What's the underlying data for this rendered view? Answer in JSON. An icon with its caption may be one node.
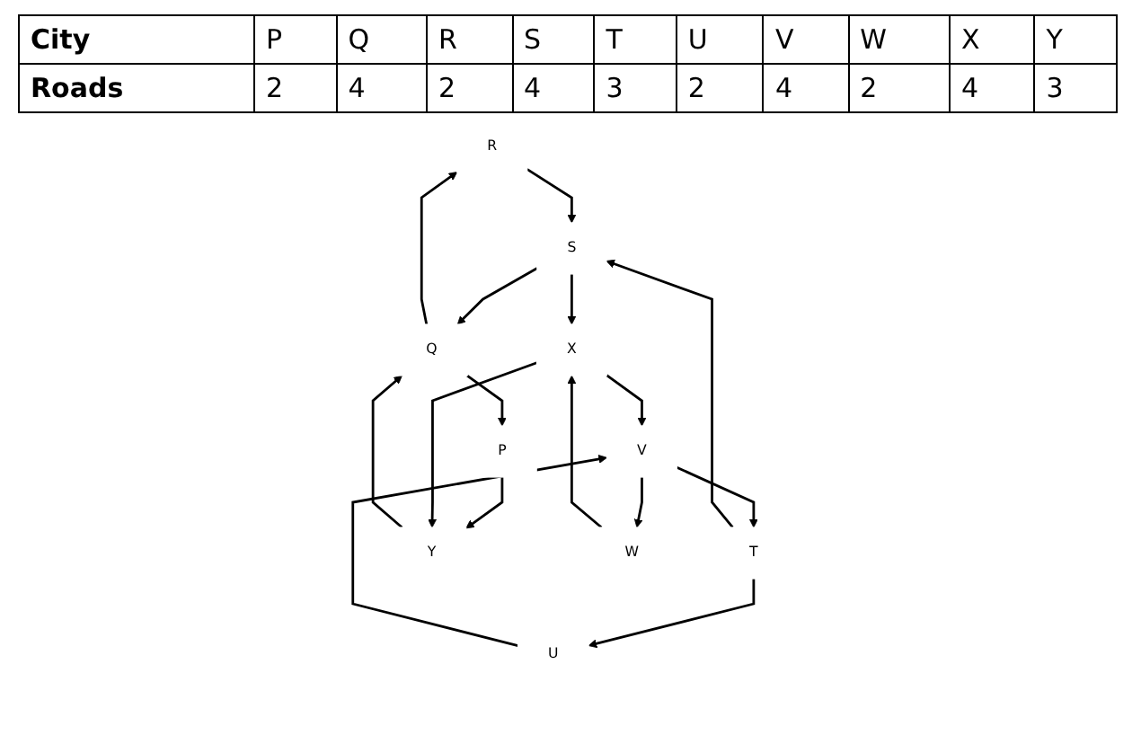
{
  "diagram": {
    "nodes": [
      {
        "text": [
          "R"
        ]
      },
      {
        "text": [
          "Q"
        ]
      },
      {
        "text": [
          "S"
        ]
      },
      {
        "text": [
          "T"
        ]
      },
      {
        "text": [
          "P"
        ]
      },
      {
        "text": [
          "U"
        ]
      },
      {
        "text": [
          "Y"
        ]
      },
      {
        "text": [
          "X"
        ]
      },
      {
        "text": [
          "V"
        ]
      },
      {
        "text": [
          "W"
        ]
      }
    ],
    "edges": [
      {
        "from": 1,
        "to": 0,
        "arrow": "to"
      },
      {
        "from": 0,
        "to": 2,
        "arrow": "to"
      },
      {
        "from": 2,
        "to": 1,
        "arrow": "to"
      },
      {
        "from": 3,
        "to": 2,
        "arrow": "to"
      },
      {
        "from": 1,
        "to": 4,
        "arrow": "to"
      },
      {
        "from": 4,
        "to": 6,
        "arrow": "to"
      },
      {
        "from": 6,
        "to": 1,
        "arrow": "to"
      },
      {
        "from": 2,
        "to": 7,
        "arrow": "to"
      },
      {
        "from": 7,
        "to": 6,
        "arrow": "to"
      },
      {
        "from": 7,
        "to": 8,
        "arrow": "to"
      },
      {
        "from": 8,
        "to": 3,
        "arrow": "to"
      },
      {
        "from": 3,
        "to": 5,
        "arrow": "to"
      },
      {
        "from": 5,
        "to": 8,
        "arrow": "to"
      },
      {
        "from": 8,
        "to": 9,
        "arrow": "to"
      },
      {
        "from": 9,
        "to": 7,
        "arrow": "to"
      }
    ],
    "labels": [
      "City",
      "P",
      "Q",
      "R",
      "S",
      "T",
      "U",
      "V",
      "W",
      "X",
      "Y",
      "Roads",
      "2",
      "4",
      "2",
      "4",
      "3",
      "2",
      "4",
      "2",
      "4",
      "3"
    ]
  }
}
